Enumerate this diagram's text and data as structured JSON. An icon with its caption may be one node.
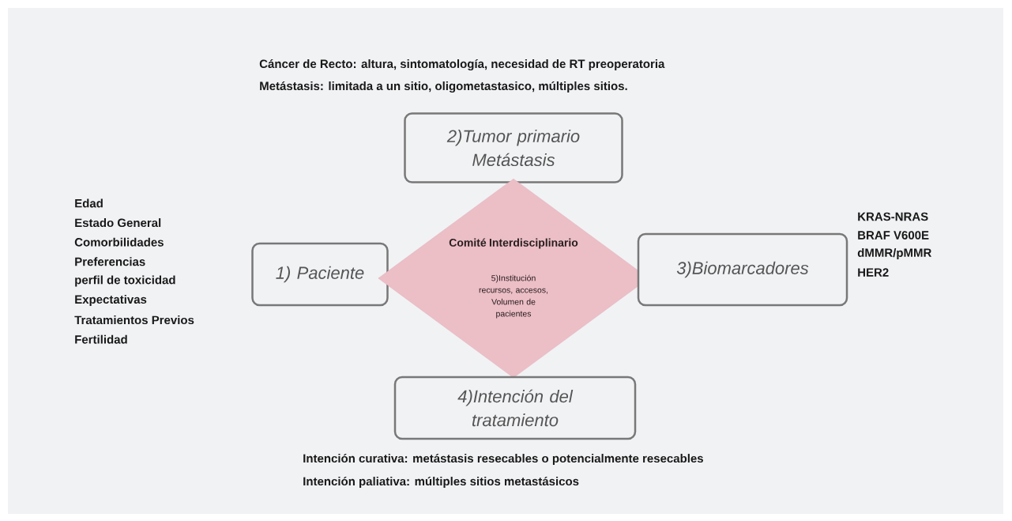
{
  "diagram": {
    "nodes": [
      {
        "text": [
          "2)Tumor primario Metástasis"
        ],
        "beside": [
          "Cáncer de Recto: altura, sintomatología, necesidad de RT preoperatoria",
          "Metástasis: limitada a un sitio, oligometastasico, múltiples sitios."
        ]
      },
      {
        "text": [
          "1) Paciente"
        ],
        "beside": [
          "Edad",
          "Estado General",
          "Comorbilidades",
          "Preferencias",
          "perfil de toxicidad",
          "Expectativas",
          "Tratamientos Previos",
          "Fertilidad"
        ]
      },
      {
        "text": [
          "Comité Interdisciplinario",
          "5)Institución recursos, accesos, Volumen de pacientes"
        ]
      },
      {
        "text": [
          "3)Biomarcadores"
        ],
        "beside": [
          "KRAS-NRAS",
          "BRAF V600E",
          "dMMR/pMMR",
          "HER2"
        ]
      },
      {
        "text": [
          "4)Intención del tratamiento"
        ],
        "beside": [
          "Intención curativa: metástasis resecables o potencialmente resecables",
          "Intención paliativa: múltiples sitios metastásicos"
        ]
      }
    ]
  }
}
